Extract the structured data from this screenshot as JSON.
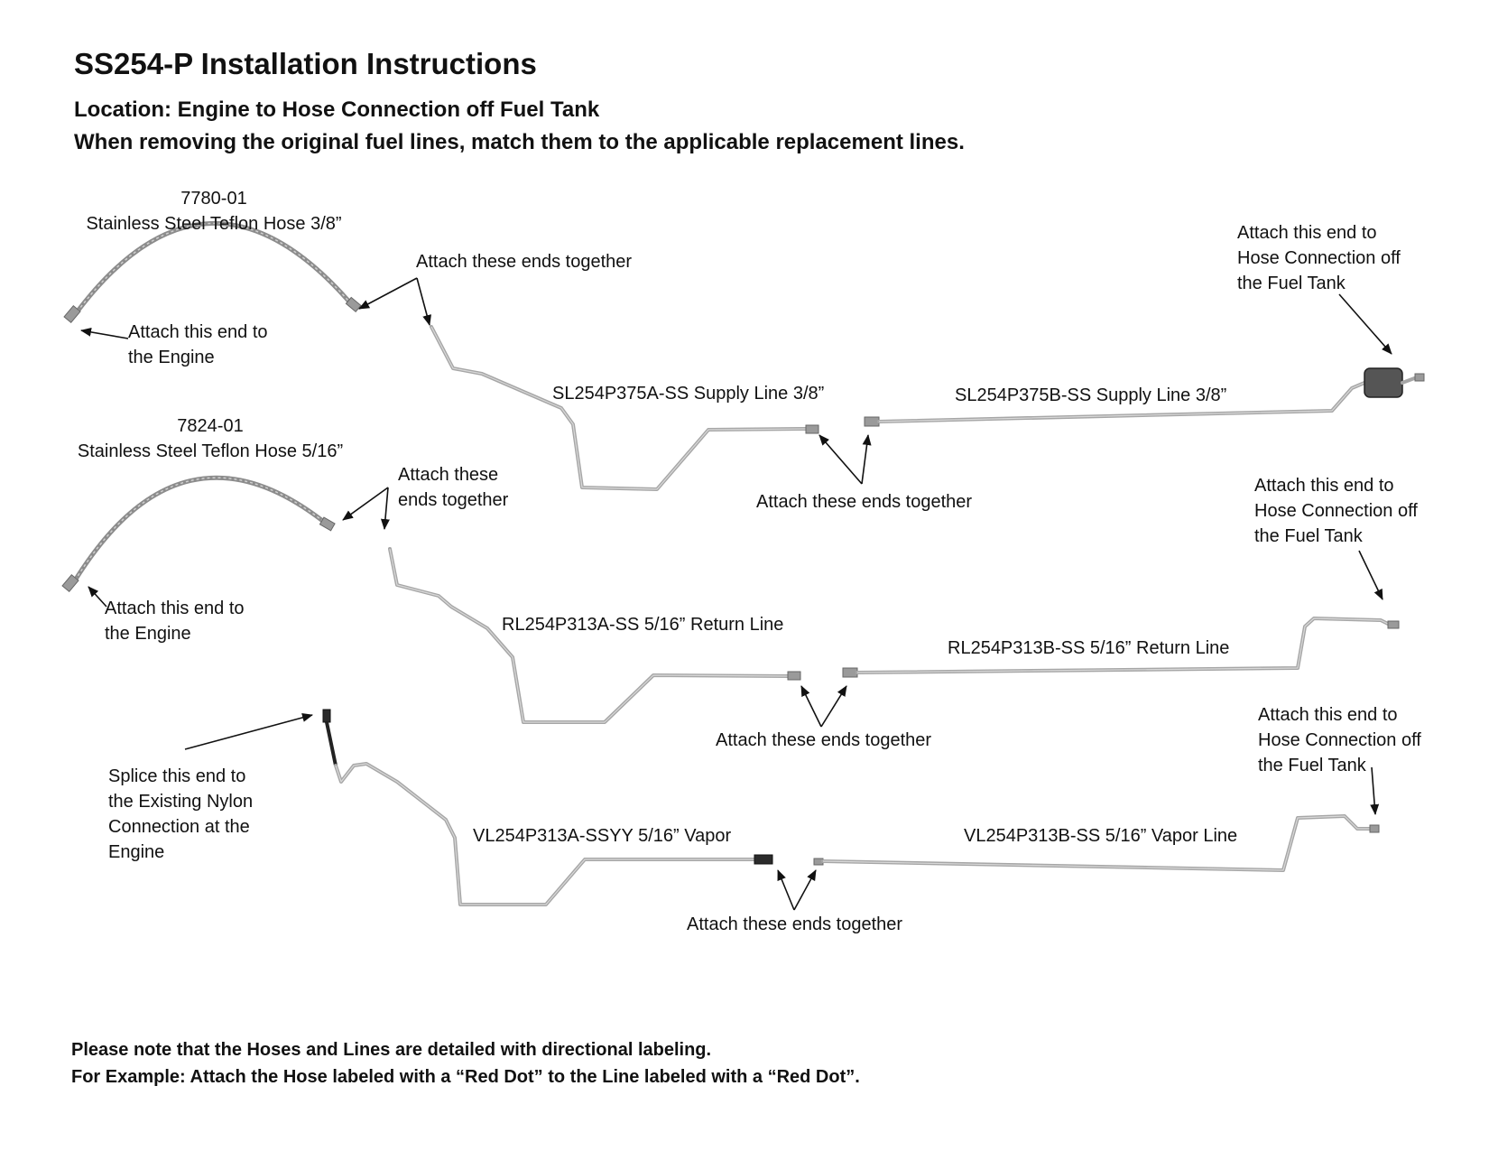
{
  "title": "SS254-P Installation Instructions",
  "location": "Location: Engine to Hose Connection off Fuel Tank",
  "instruction": "When removing the original fuel lines, match them to the applicable replacement lines.",
  "hose1": {
    "part": "7780-01",
    "desc": "Stainless Steel Teflon Hose 3/8”"
  },
  "hose2": {
    "part": "7824-01",
    "desc": "Stainless Steel Teflon Hose 5/16”"
  },
  "supply_a": "SL254P375A-SS Supply Line 3/8”",
  "supply_b": "SL254P375B-SS  Supply Line 3/8”",
  "return_a": "RL254P313A-SS 5/16” Return Line",
  "return_b": "RL254P313B-SS 5/16” Return Line",
  "vapor_a": "VL254P313A-SSYY 5/16” Vapor",
  "vapor_b": "VL254P313B-SS  5/16” Vapor Line",
  "callouts": {
    "attach_ends_top": "Attach these ends together",
    "attach_ends_mid_1": "Attach these",
    "attach_ends_mid_2": "ends together",
    "attach_ends_supply": "Attach these ends together",
    "attach_ends_return": "Attach these ends together",
    "attach_ends_vapor": "Attach these ends together",
    "engine1_line1": "Attach this end to",
    "engine1_line2": "the Engine",
    "engine2_line1": "Attach this end to",
    "engine2_line2": "the Engine",
    "tank1": [
      "Attach this end to",
      "Hose Connection off",
      "the Fuel Tank"
    ],
    "tank2": [
      "Attach this end to",
      "Hose Connection off",
      "the Fuel Tank"
    ],
    "tank3": [
      "Attach this end to",
      "Hose Connection off",
      "the Fuel Tank"
    ],
    "splice": [
      "Splice this end to",
      "the Existing Nylon",
      "Connection at the",
      "Engine"
    ]
  },
  "notes": {
    "line1": "Please note that the Hoses and Lines are detailed with directional labeling.",
    "line2": "For Example: Attach the Hose labeled with a “Red Dot” to the Line labeled with a “Red Dot”."
  }
}
